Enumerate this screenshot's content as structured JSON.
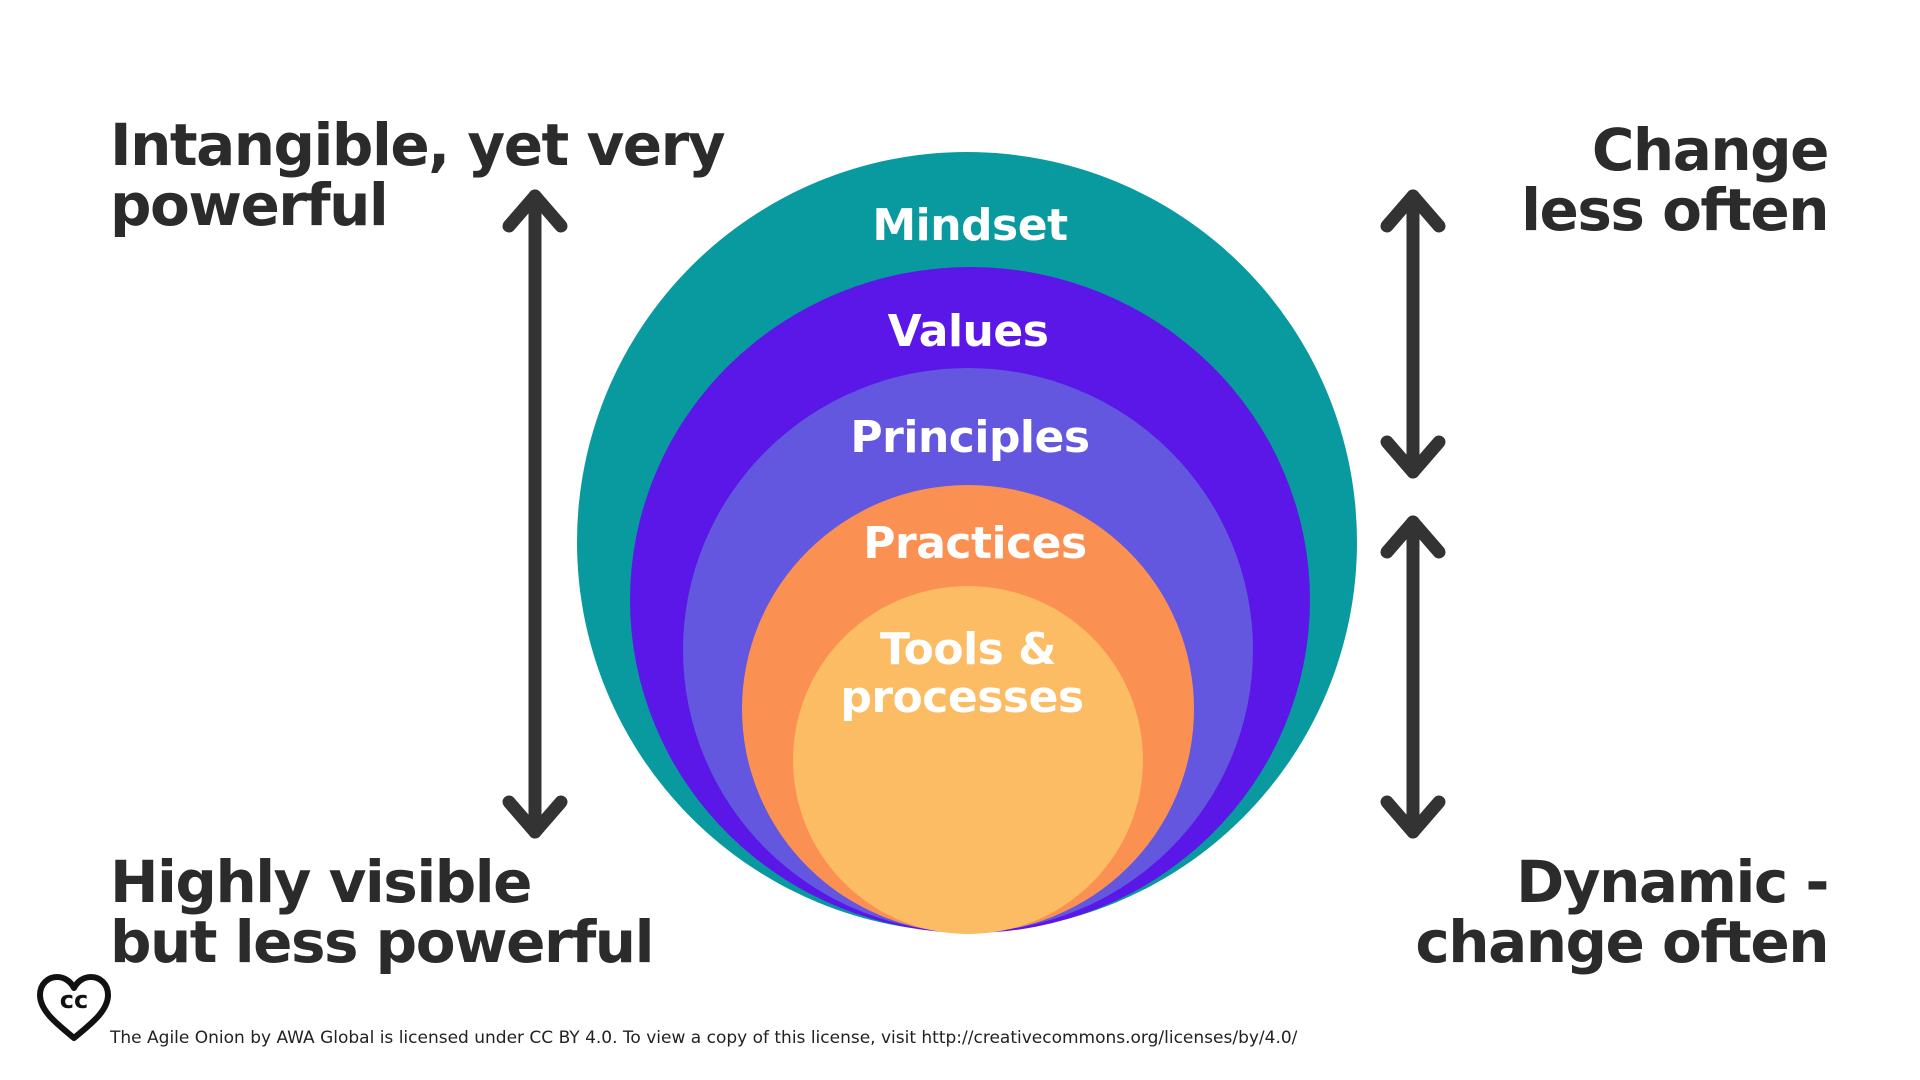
{
  "annotations": {
    "top_left": "Intangible, yet very\npowerful",
    "bottom_left": "Highly visible\nbut less powerful",
    "top_right": "Change\nless often",
    "bottom_right": "Dynamic -\nchange often"
  },
  "layers": [
    {
      "label": "Mindset",
      "color": "#089a9f"
    },
    {
      "label": "Values",
      "color": "#5b17e8"
    },
    {
      "label": "Principles",
      "color": "#6356df"
    },
    {
      "label": "Practices",
      "color": "#fa9152"
    },
    {
      "label_line1": "Tools &",
      "label_line2": "processes",
      "color": "#fbbc63"
    }
  ],
  "arrow_color": "#333333",
  "cc_badge": "cc",
  "license": "The Agile Onion by AWA Global is licensed under CC BY 4.0. To view a copy of this license, visit http://creativecommons.org/licenses/by/4.0/"
}
